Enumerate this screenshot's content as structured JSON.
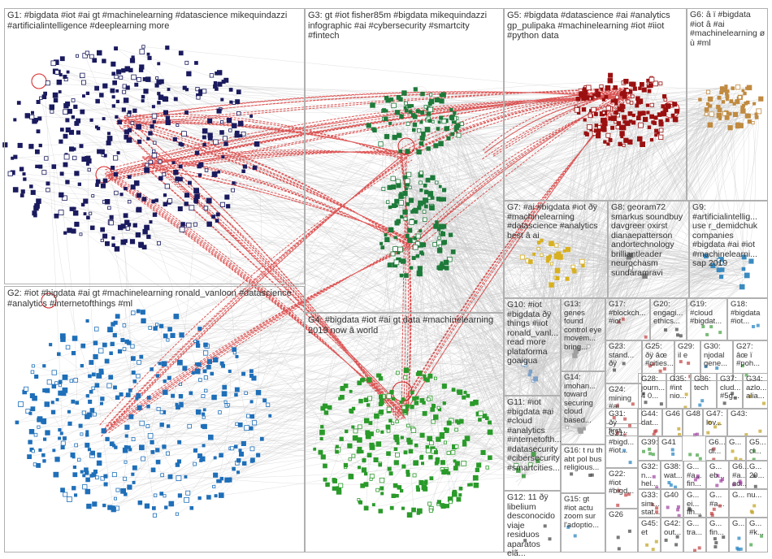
{
  "colors": {
    "background": "#ffffff",
    "edge_gray": "#c8c8c8",
    "edge_red": "#d42020",
    "box_border": "#b0b0b0",
    "label": "#333333"
  },
  "groups": [
    {
      "id": "G1",
      "label": "G1: #bigdata #iot #ai gt #machinelearning #datascience mikequindazzi #artificialintelligence #deeplearning more",
      "color": "#1a1a5e"
    },
    {
      "id": "G2",
      "label": "G2: #iot #bigdata #ai gt #machinelearning ronald_vanloon #datascience #analytics #internetofthings #ml",
      "color": "#1f6fb8"
    },
    {
      "id": "G3",
      "label": "G3: gt #iot fisher85m #bigdata mikequindazzi infographic #ai #cybersecurity #smartcity #fintech",
      "color": "#1e7a3a"
    },
    {
      "id": "G4",
      "label": "G4: #bigdata #iot #ai gt data #machinelearning 2019 now â world",
      "color": "#2a9a2a"
    },
    {
      "id": "G5",
      "label": "G5: #bigdata #datascience #ai #analytics gp_pulipaka #machinelearning #iot #iiot #python data",
      "color": "#9a1010"
    },
    {
      "id": "G6",
      "label": "G6: â ï #bigdata #iot â #ai #machinelearning ø ù #ml",
      "color": "#c08a40"
    },
    {
      "id": "G7",
      "label": "G7: #ai #bigdata #iot ðÿ #machinelearning #datascience #analytics best â ai",
      "color": "#d8b020"
    },
    {
      "id": "G8",
      "label": "G8: georam72 smarkus soundbuy davgreer oxirst dianaepatterson andortechnology brilliantleader neurochasm sundaramravi",
      "color": "#7a7a7a"
    },
    {
      "id": "G9",
      "label": "G9: #artificialintellig... use r_demidchuk companies #bigdata #ai #iot #machinelearni... sap 2019",
      "color": "#3a8ac0"
    },
    {
      "id": "G10",
      "label": "G10: #iot #bigdata ðÿ things #iiot ronald_vanl... read more plataforma goaigua",
      "color": "#7aa0c8"
    },
    {
      "id": "G11",
      "label": "G11: #iot #bigdata #ai #cloud #analytics #internetofth... #datasecurity #cibersecurity #smartcities...",
      "color": "#50a050"
    },
    {
      "id": "G12",
      "label": "G12: 11 ðÿ libelium desconocido viaje residuos aparatos elã...",
      "color": "#888888"
    },
    {
      "id": "G13",
      "label": "G13: genes found control eye movem... bring...",
      "color": "#a0a0a0"
    },
    {
      "id": "G14",
      "label": "G14: imohan... toward securing cloud based...",
      "color": "#a0a0a0"
    },
    {
      "id": "G15",
      "label": "G15: gt #iot actu zoom sur l'adoptio...",
      "color": "#a0a0a0"
    },
    {
      "id": "G16",
      "label": "G16: t ru th abt pol bus religious...",
      "color": "#a0a0a0"
    },
    {
      "id": "G17",
      "label": "G17: #blockch... #iot",
      "color": "#a0a0a0"
    },
    {
      "id": "G18",
      "label": "G18: #bigdata #iot...",
      "color": "#a0a0a0"
    },
    {
      "id": "G19",
      "label": "G19: #cloud #bigdat...",
      "color": "#a0a0a0"
    },
    {
      "id": "G20",
      "label": "G20: engagi... ethics...",
      "color": "#a0a0a0"
    },
    {
      "id": "G21",
      "label": "G21: #bigd... #iot...",
      "color": "#a0a0a0"
    },
    {
      "id": "G22",
      "label": "G22: #iot #bigd...",
      "color": "#a0a0a0"
    },
    {
      "id": "G23",
      "label": "G23: stand... ðÿ",
      "color": "#a0a0a0"
    },
    {
      "id": "G24",
      "label": "G24: mining #ai...",
      "color": "#a0a0a0"
    },
    {
      "id": "G25",
      "label": "G25: ðÿ âœ #cities...",
      "color": "#a0a0a0"
    },
    {
      "id": "G26",
      "label": "G26",
      "color": "#a0a0a0"
    },
    {
      "id": "G27",
      "label": "G27: âœ ï #poh...",
      "color": "#a0a0a0"
    },
    {
      "id": "G28",
      "label": "G28: journ... 4 0...",
      "color": "#a0a0a0"
    },
    {
      "id": "G29",
      "label": "G29: il e",
      "color": "#a0a0a0"
    },
    {
      "id": "G30",
      "label": "G30: njodal gene...",
      "color": "#a0a0a0"
    },
    {
      "id": "G31",
      "label": "G31: ðÿ first...",
      "color": "#a0a0a0"
    },
    {
      "id": "G32",
      "label": "G32: n... hel...",
      "color": "#a0a0a0"
    },
    {
      "id": "G33",
      "label": "G33: sim... stat...",
      "color": "#a0a0a0"
    },
    {
      "id": "G34",
      "label": "G34: azlo... alia...",
      "color": "#a0a0a0"
    },
    {
      "id": "G35",
      "label": "G35: #int nio...",
      "color": "#a0a0a0"
    },
    {
      "id": "G36",
      "label": "G36: tech",
      "color": "#a0a0a0"
    },
    {
      "id": "G37",
      "label": "G37: clud... #5g...",
      "color": "#a0a0a0"
    },
    {
      "id": "G38",
      "label": "G38: wat...",
      "color": "#a0a0a0"
    },
    {
      "id": "G39",
      "label": "G39:",
      "color": "#a0a0a0"
    },
    {
      "id": "G40",
      "label": "G40",
      "color": "#a0a0a0"
    },
    {
      "id": "G41",
      "label": "G41",
      "color": "#a0a0a0"
    },
    {
      "id": "G42",
      "label": "G42: out...",
      "color": "#a0a0a0"
    },
    {
      "id": "G43",
      "label": "G43:",
      "color": "#a0a0a0"
    },
    {
      "id": "G44",
      "label": "G44: dat...",
      "color": "#a0a0a0"
    },
    {
      "id": "G45",
      "label": "G45: et",
      "color": "#a0a0a0"
    },
    {
      "id": "G46",
      "label": "G46",
      "color": "#a0a0a0"
    },
    {
      "id": "G47",
      "label": "G47: lov...",
      "color": "#a0a0a0"
    },
    {
      "id": "G48",
      "label": "G48",
      "color": "#a0a0a0"
    },
    {
      "id": "G5x",
      "label": "G5... cl...",
      "color": "#a0a0a0"
    },
    {
      "id": "G6x",
      "label": "G6... #a... ac...",
      "color": "#a0a0a0"
    },
    {
      "id": "G6a",
      "label": "G6... di...",
      "color": "#a0a0a0"
    },
    {
      "id": "Gx1",
      "label": "G... #a... fin...",
      "color": "#a0a0a0"
    },
    {
      "id": "Gx2",
      "label": "G... ei... fin...",
      "color": "#a0a0a0"
    },
    {
      "id": "Gx3",
      "label": "G... tra...",
      "color": "#a0a0a0"
    },
    {
      "id": "Gx4",
      "label": "G... fin...",
      "color": "#a0a0a0"
    },
    {
      "id": "Gx5",
      "label": "G... 20...",
      "color": "#a0a0a0"
    },
    {
      "id": "Gx6",
      "label": "G... #k...",
      "color": "#a0a0a0"
    },
    {
      "id": "Gx7",
      "label": "G... eb...",
      "color": "#a0a0a0"
    },
    {
      "id": "Gx8",
      "label": "G... #a...",
      "color": "#a0a0a0"
    },
    {
      "id": "Gx9",
      "label": "G... nu...",
      "color": "#a0a0a0"
    },
    {
      "id": "Gx10",
      "label": "G...",
      "color": "#a0a0a0"
    },
    {
      "id": "Gx11",
      "label": "G...",
      "color": "#a0a0a0"
    },
    {
      "id": "Gx12",
      "label": "G...",
      "color": "#a0a0a0"
    }
  ]
}
